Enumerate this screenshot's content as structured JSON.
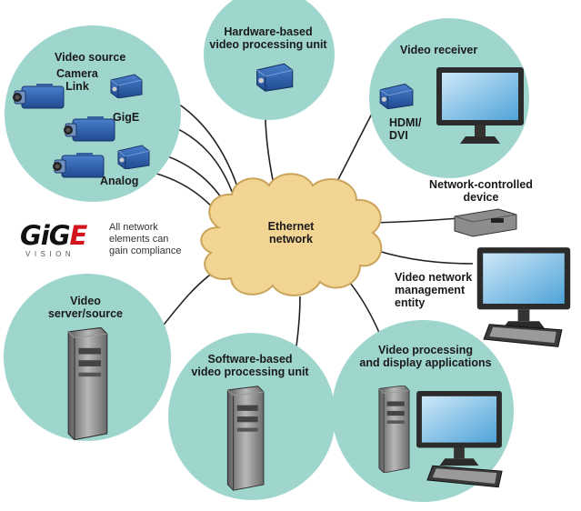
{
  "nodes": {
    "video_source": {
      "title": "Video source",
      "camera_link": "Camera\nLink",
      "gige": "GigE",
      "analog": "Analog"
    },
    "hardware_unit": {
      "title": "Hardware-based\nvideo processing unit"
    },
    "video_receiver": {
      "title": "Video receiver",
      "port": "HDMI/\nDVI"
    },
    "network_device": {
      "title": "Network-controlled\ndevice"
    },
    "network_mgmt": {
      "title": "Video network\nmanagement\nentity"
    },
    "processing_apps": {
      "title": "Video processing\nand display applications"
    },
    "software_unit": {
      "title": "Software-based\nvideo processing unit"
    },
    "video_server": {
      "title": "Video\nserver/source"
    },
    "ethernet": {
      "title": "Ethernet\nnetwork"
    }
  },
  "logo": {
    "mark_main": "GiG",
    "mark_e": "E",
    "mark_sub": "VISION",
    "tagline": "All network\nelements can\ngain compliance"
  },
  "colors": {
    "circle": "#9ed5cd",
    "cloud": "#f2d493",
    "cloud_edge": "#caa45a",
    "device_blue": "#2e5ea8",
    "line": "#222222"
  }
}
